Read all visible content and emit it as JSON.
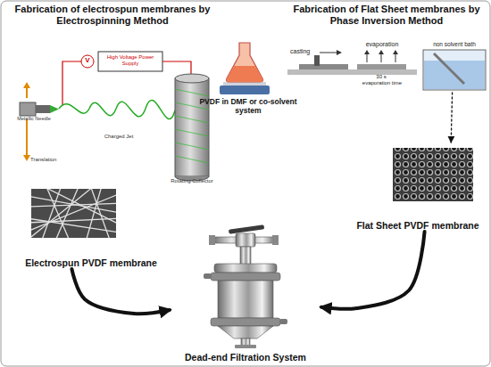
{
  "diagram": {
    "nodes": [
      {
        "text": [
          "Fabrication of electrospun membranes by Electrospinning Method"
        ]
      },
      {
        "text": [
          "Fabrication of Flat Sheet membranes by Phase Inversion Method"
        ]
      },
      {
        "text": [
          "Electrospun PVDF membrane"
        ]
      },
      {
        "text": [
          "Flat Sheet PVDF membrane"
        ]
      },
      {
        "text": [
          "Dead-end Filtration System"
        ]
      }
    ],
    "edges": [
      {
        "from": 2,
        "to": 4,
        "arrow": "to"
      },
      {
        "from": 3,
        "to": 4,
        "arrow": "to"
      },
      {
        "from": 1,
        "to": 3,
        "arrow": "to"
      }
    ],
    "labels": [
      "V",
      "High Voltage Power Supply",
      "Metallic Needle",
      "Translation",
      "Charged Jet",
      "Rotating Collector",
      "PVDF in DMF or co-solvent system",
      "casting",
      "evaporation",
      "30 s",
      "evaporation time",
      "non solvent bath"
    ]
  }
}
